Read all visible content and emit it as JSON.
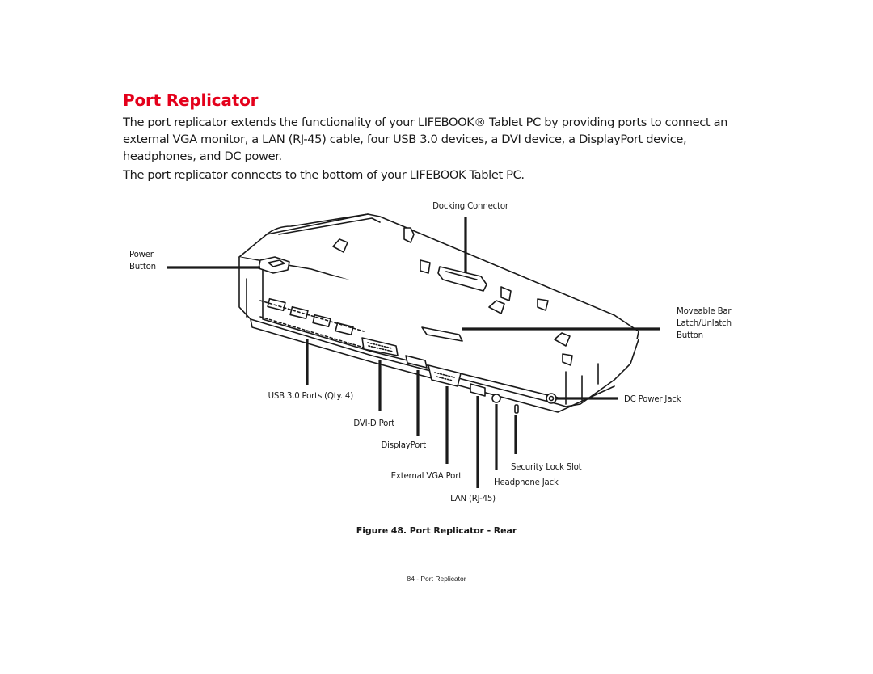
{
  "heading": "Port Replicator",
  "paragraphs": [
    "The port replicator extends the functionality of your LIFEBOOK® Tablet PC by providing ports to connect an external VGA monitor, a LAN (RJ-45) cable, four USB 3.0 devices, a DVI device, a DisplayPort device, headphones, and DC power.",
    "The port replicator connects to the bottom of your LIFEBOOK Tablet PC."
  ],
  "figure": {
    "callouts": {
      "docking_connector": "Docking Connector",
      "power_button_line1": "Power",
      "power_button_line2": "Button",
      "moveable_bar_line1": "Moveable Bar",
      "moveable_bar_line2": "Latch/Unlatch",
      "moveable_bar_line3": "Button",
      "dc_power_jack": "DC Power Jack",
      "usb_ports": "USB 3.0 Ports (Qty. 4)",
      "dvi_d_port": "DVI-D Port",
      "displayport": "DisplayPort",
      "external_vga_port": "External VGA Port",
      "security_lock_slot": "Security Lock Slot",
      "headphone_jack": "Headphone Jack",
      "lan_port": "LAN (RJ-45)"
    },
    "caption": "Figure 48.  Port Replicator - Rear"
  },
  "footer": "84 - Port Replicator"
}
